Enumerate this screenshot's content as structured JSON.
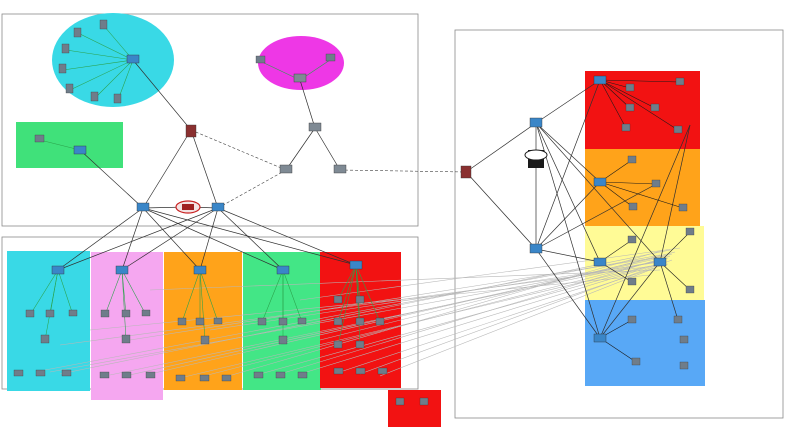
{
  "diagram": {
    "title": "",
    "colors": {
      "cyan_zone": "#39d9e6",
      "magenta_zone": "#ee37e6",
      "green_zone": "#40e17a",
      "pink_zone": "#f5a7f0",
      "orange_zone": "#ffa31a",
      "light_green_zone": "#43e686",
      "red_zone": "#f21212",
      "yellow_zone": "#fffb96",
      "blue_zone": "#58a8f6",
      "link_green": "#2aa24a",
      "link_dark": "#303030",
      "link_gray": "#b8b8b8",
      "device_blue": "#3a86c8",
      "device_gray": "#7f8a94"
    },
    "zones": [
      {
        "id": "cyan-zone",
        "label": "",
        "color": "cyan_zone"
      },
      {
        "id": "magenta-zone",
        "label": "",
        "color": "magenta_zone"
      },
      {
        "id": "green-zone",
        "label": "",
        "color": "green_zone"
      },
      {
        "id": "cyan-building",
        "label": "",
        "color": "cyan_zone"
      },
      {
        "id": "pink-building",
        "label": "",
        "color": "pink_zone"
      },
      {
        "id": "orange-building",
        "label": "",
        "color": "orange_zone"
      },
      {
        "id": "green-building",
        "label": "",
        "color": "light_green_zone"
      },
      {
        "id": "red-building",
        "label": "",
        "color": "red_zone"
      },
      {
        "id": "red-floor-right",
        "label": "",
        "color": "red_zone"
      },
      {
        "id": "orange-floor-right",
        "label": "",
        "color": "orange_zone"
      },
      {
        "id": "yellow-floor-right",
        "label": "",
        "color": "yellow_zone"
      },
      {
        "id": "blue-floor-right",
        "label": "",
        "color": "blue_zone"
      },
      {
        "id": "bottom-red-box",
        "label": "",
        "color": "red_zone"
      }
    ]
  }
}
